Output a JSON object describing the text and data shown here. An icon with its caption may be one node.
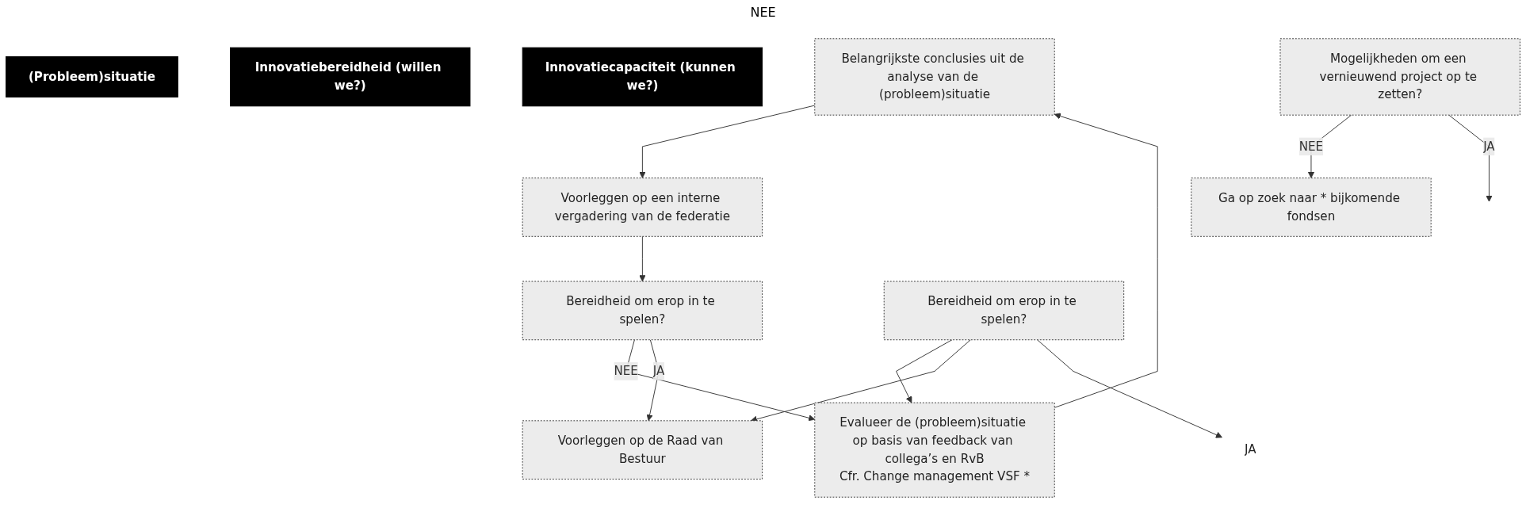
{
  "diagram": {
    "nodes": [
      {
        "text": [
          "(Probleem)situatie"
        ]
      },
      {
        "text": [
          "Innovatiebereidheid (willen we?)"
        ]
      },
      {
        "text": [
          "Innovatiecapaciteit (kunnen we?)"
        ]
      },
      {
        "text": [
          "Belangrijkste conclusies uit de analyse van de (probleem)situatie"
        ]
      },
      {
        "text": [
          "Voorleggen op een interne vergadering van de federatie"
        ]
      },
      {
        "text": [
          "Bereidheid om erop in te spelen?"
        ]
      },
      {
        "text": [
          "Evalueer de (probleem)situatie op basis van feedback van collega’s en RvB",
          "Cfr. Change management VSF *"
        ]
      },
      {
        "text": [
          "Voorleggen op de Raad van Bestuur"
        ]
      },
      {
        "text": [
          "Bereidheid om erop in te spelen?"
        ]
      },
      {
        "text": [
          "Mogelijkheden om een vernieuwend project op te zetten?"
        ]
      },
      {
        "text": [
          "Ga op zoek naar * bijkomende fondsen"
        ]
      },
      {
        "text": [
          "JA"
        ]
      }
    ],
    "edges": [
      {
        "from": 3,
        "to": 4,
        "arrow": "to"
      },
      {
        "from": 4,
        "to": 5,
        "arrow": "to"
      },
      {
        "from": 5,
        "to": 6,
        "arrow": "to",
        "label": "NEE"
      },
      {
        "from": 5,
        "to": 7,
        "arrow": "to",
        "label": "JA"
      },
      {
        "from": 6,
        "to": 3,
        "arrow": "to"
      },
      {
        "from": 8,
        "to": 6,
        "arrow": "to"
      },
      {
        "from": 8,
        "to": 7,
        "arrow": "to"
      },
      {
        "from": 8,
        "to": 11,
        "arrow": "to"
      },
      {
        "from": 9,
        "to": 10,
        "arrow": "to",
        "label": "NEE"
      },
      {
        "from": 9,
        "to": null,
        "arrow": "to",
        "label": "JA"
      }
    ],
    "labels": [
      "NEE"
    ]
  }
}
